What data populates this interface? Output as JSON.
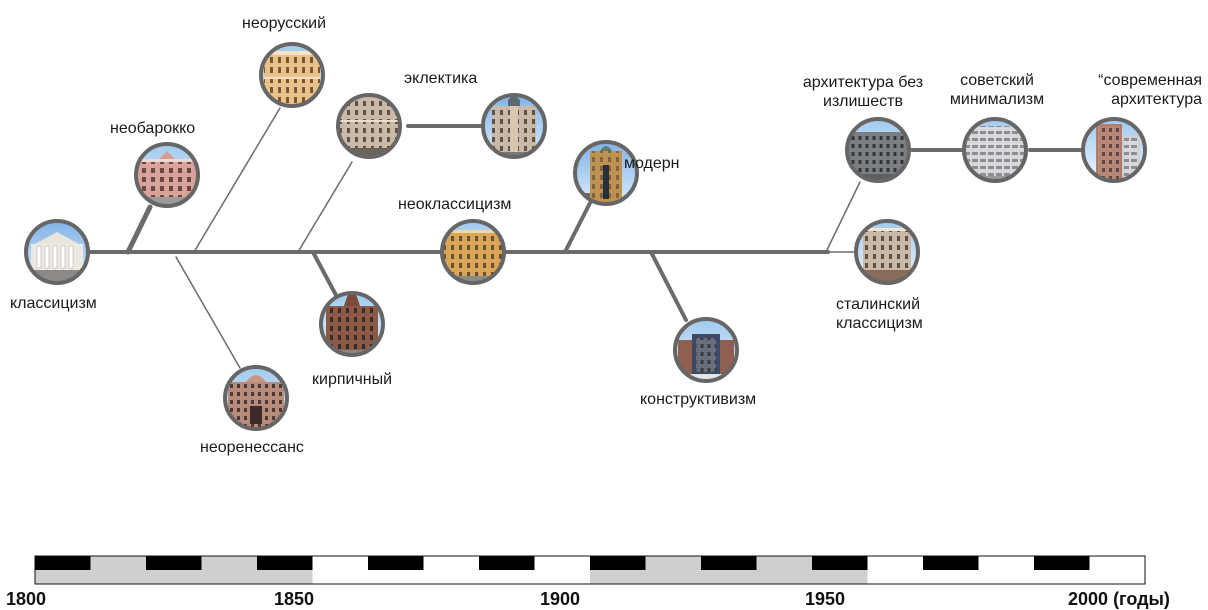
{
  "styles": [
    {
      "id": "classicism",
      "label": "классицизм",
      "photo": "neoclassical-palace-facade"
    },
    {
      "id": "neobaroque",
      "label": "необарокко",
      "photo": "baroque-palace-facade"
    },
    {
      "id": "neorussian",
      "label": "неорусский",
      "photo": "ornate-brick-facade"
    },
    {
      "id": "eclecticism",
      "label": "эклектика",
      "photo": "eclectic-tenement-facade"
    },
    {
      "id": "eclecticism-2",
      "label": "",
      "photo": "corner-tenement-building"
    },
    {
      "id": "neorenaissance",
      "label": "неоренессанс",
      "photo": "renaissance-revival-facade"
    },
    {
      "id": "brick-style",
      "label": "кирпичный",
      "photo": "red-brick-building"
    },
    {
      "id": "neoclassicism",
      "label": "неоклассицизм",
      "photo": "ochre-neoclassical-facade"
    },
    {
      "id": "modern",
      "label": "модерн",
      "photo": "art-nouveau-corner-building"
    },
    {
      "id": "constructivism",
      "label": "конструктивизм",
      "photo": "constructivist-building"
    },
    {
      "id": "stalinist",
      "label": "сталинский классицизм",
      "photo": "stalinist-apartment-block"
    },
    {
      "id": "no-excess",
      "label": "архитектура без излишеств",
      "photo": "postwar-apartment-block"
    },
    {
      "id": "soviet-minimalism",
      "label": "советский минимализм",
      "photo": "panel-housing-block"
    },
    {
      "id": "contemporary",
      "label": "“современная архитектура",
      "photo": "modern-highrise"
    }
  ],
  "timeline": {
    "start": 1800,
    "end": 2000,
    "labels": [
      "1800",
      "1850",
      "1900",
      "1950"
    ],
    "last_label": "2000",
    "unit": "(годы)"
  },
  "colors": {
    "line": "#6b6b6b",
    "node_border": "#666666",
    "ruler_dark": "#000000",
    "ruler_light": "#cfcfcf"
  }
}
